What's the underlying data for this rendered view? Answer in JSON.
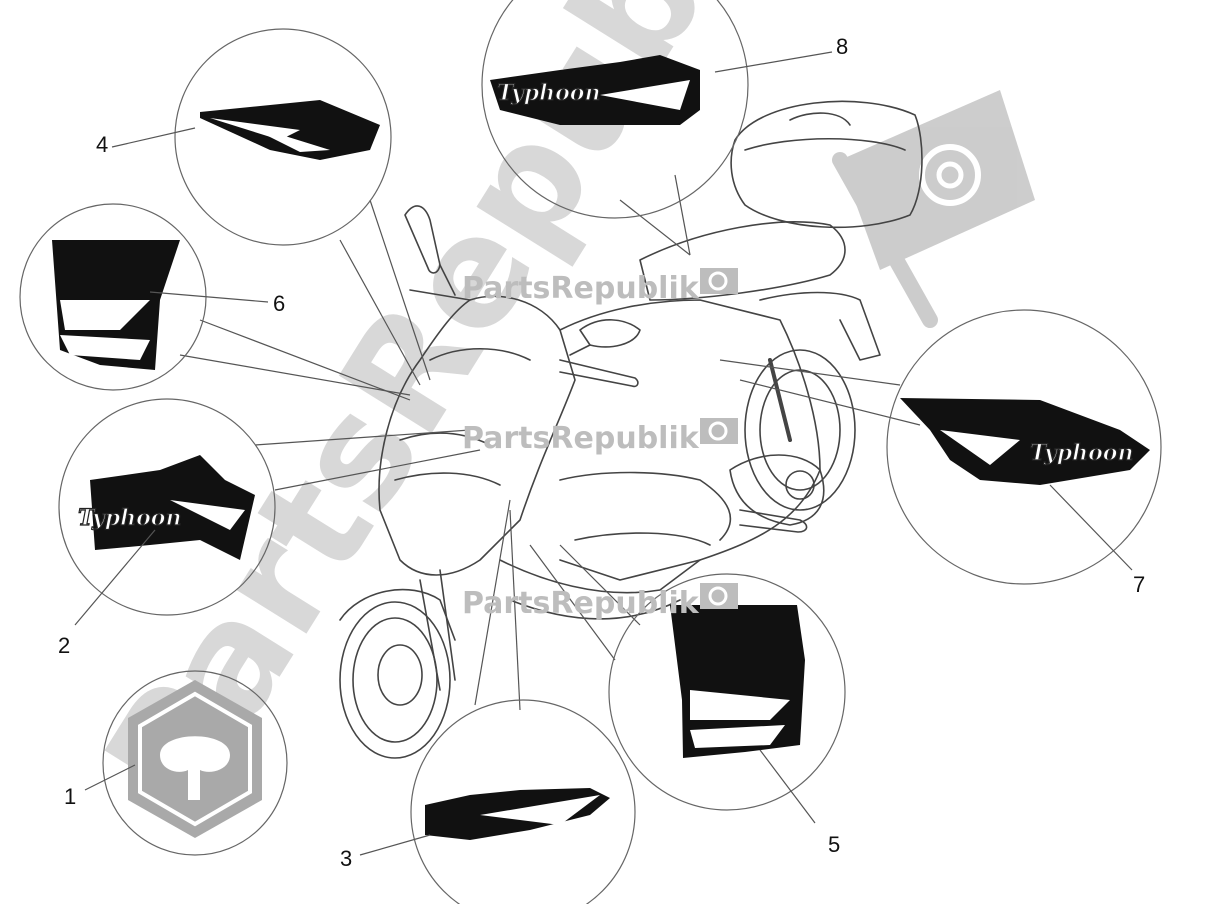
{
  "diagram": {
    "callouts": [
      {
        "number": "1"
      },
      {
        "number": "2"
      },
      {
        "number": "3"
      },
      {
        "number": "4"
      },
      {
        "number": "5"
      },
      {
        "number": "6"
      },
      {
        "number": "7"
      },
      {
        "number": "8"
      }
    ],
    "decal_word": "Typhoon",
    "watermark": {
      "small_text": "PartsRepublik",
      "large_text": "PartsRepublik"
    }
  },
  "colors": {
    "line": "#444444",
    "decal": "#111111",
    "watermark": "#c8c8c8",
    "logo": "#a9a9a9"
  }
}
